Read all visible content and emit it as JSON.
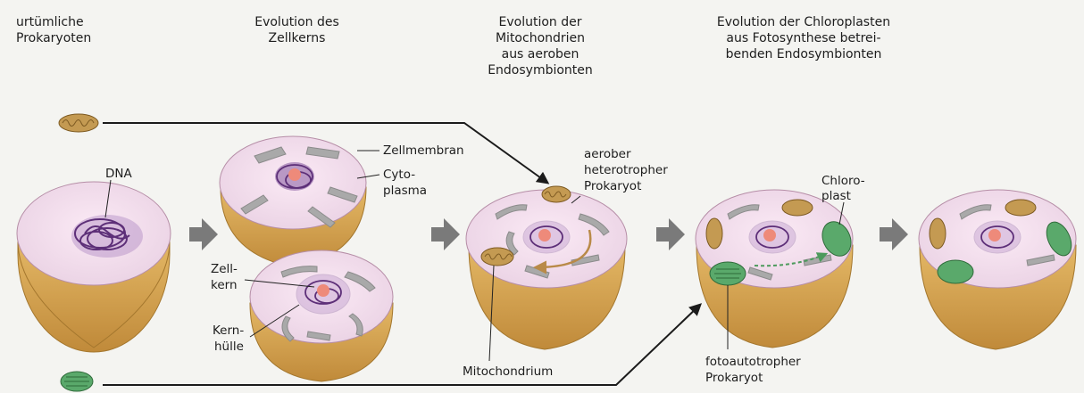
{
  "headings": [
    "urtümliche\nProkaryoten",
    "Evolution des\nZellkerns",
    "Evolution der\nMitochondrien\naus aeroben\nEndosymbionten",
    "Evolution der Chloroplasten\naus Fotosynthese betrei-\nbenden Endosymbionten"
  ],
  "labels": {
    "dna": "DNA",
    "zellmembran": "Zellmembran",
    "cytoplasma_1": "Cyto-",
    "cytoplasma_2": "plasma",
    "zellkern_1": "Zell-",
    "zellkern_2": "kern",
    "kernhuelle_1": "Kern-",
    "kernhuelle_2": "hülle",
    "aerob_1": "aerober",
    "aerob_2": "heterotropher",
    "aerob_3": "Prokaryot",
    "mitochondrium": "Mitochondrium",
    "chloroplast_1": "Chloro-",
    "chloroplast_2": "plast",
    "foto_1": "fotoautotropher",
    "foto_2": "Prokaryot"
  },
  "colors": {
    "cytoplasm": "#f2dcec",
    "shell": "#d9a957",
    "dna": "#6a3a86",
    "nucleolus": "#ee8a7a",
    "er": "#a9a9a9",
    "mitochondrion": "#c49a52",
    "chloroplast": "#5aa96b",
    "arrow": "#1b1b1b",
    "stage_arrow": "#7a7a7a"
  }
}
